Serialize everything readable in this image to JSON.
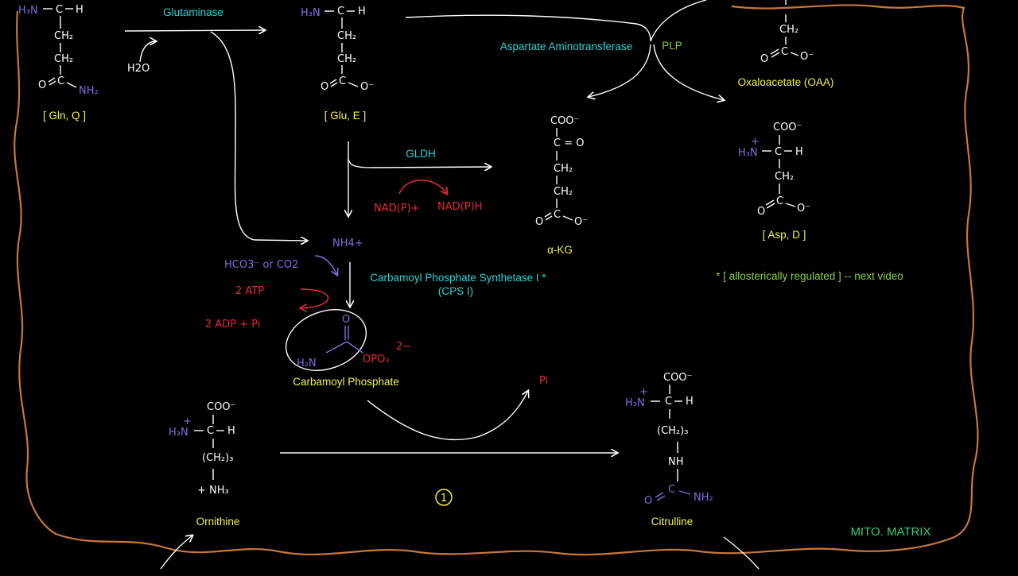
{
  "diagram": {
    "compartment_label": "MITO. MATRIX",
    "colors": {
      "background": "#000000",
      "membrane": "#c8773a",
      "chalk": "#ffffff",
      "nitrogen": "#7a6fe0",
      "enzyme": "#2ed3d6",
      "compound_name": "#f2f24a",
      "cofactor": "#8bd13a",
      "cofactor_red": "#e8283a",
      "compartment": "#33cc77"
    },
    "enzymes": {
      "glutaminase": "Glutaminase",
      "ast": "Aspartate Aminotransferase",
      "gldh": "GLDH",
      "cps1_line1": "Carbamoyl Phosphate Synthetase I *",
      "cps1_line2": "(CPS I)"
    },
    "cofactors": {
      "plp": "PLP",
      "water": "H2O",
      "nadp": "NAD(P)+",
      "nadph": "NAD(P)H",
      "bicarb": "HCO3⁻ or CO2",
      "atp": "2 ATP",
      "adp": "2 ADP + Pi",
      "pi": "Pi"
    },
    "compounds": {
      "gln": "[ Gln, Q ]",
      "glu": "[ Glu, E ]",
      "oaa": "Oxaloacetate (OAA)",
      "akg": "α-KG",
      "asp": "[ Asp, D ]",
      "ammonium": "NH4+",
      "carbamoyl_phosphate": "Carbamoyl Phosphate",
      "ornithine": "Ornithine",
      "citrulline": "Citrulline"
    },
    "note": "* [ allosterically regulated ]  --  next video",
    "step_marker": "1"
  }
}
